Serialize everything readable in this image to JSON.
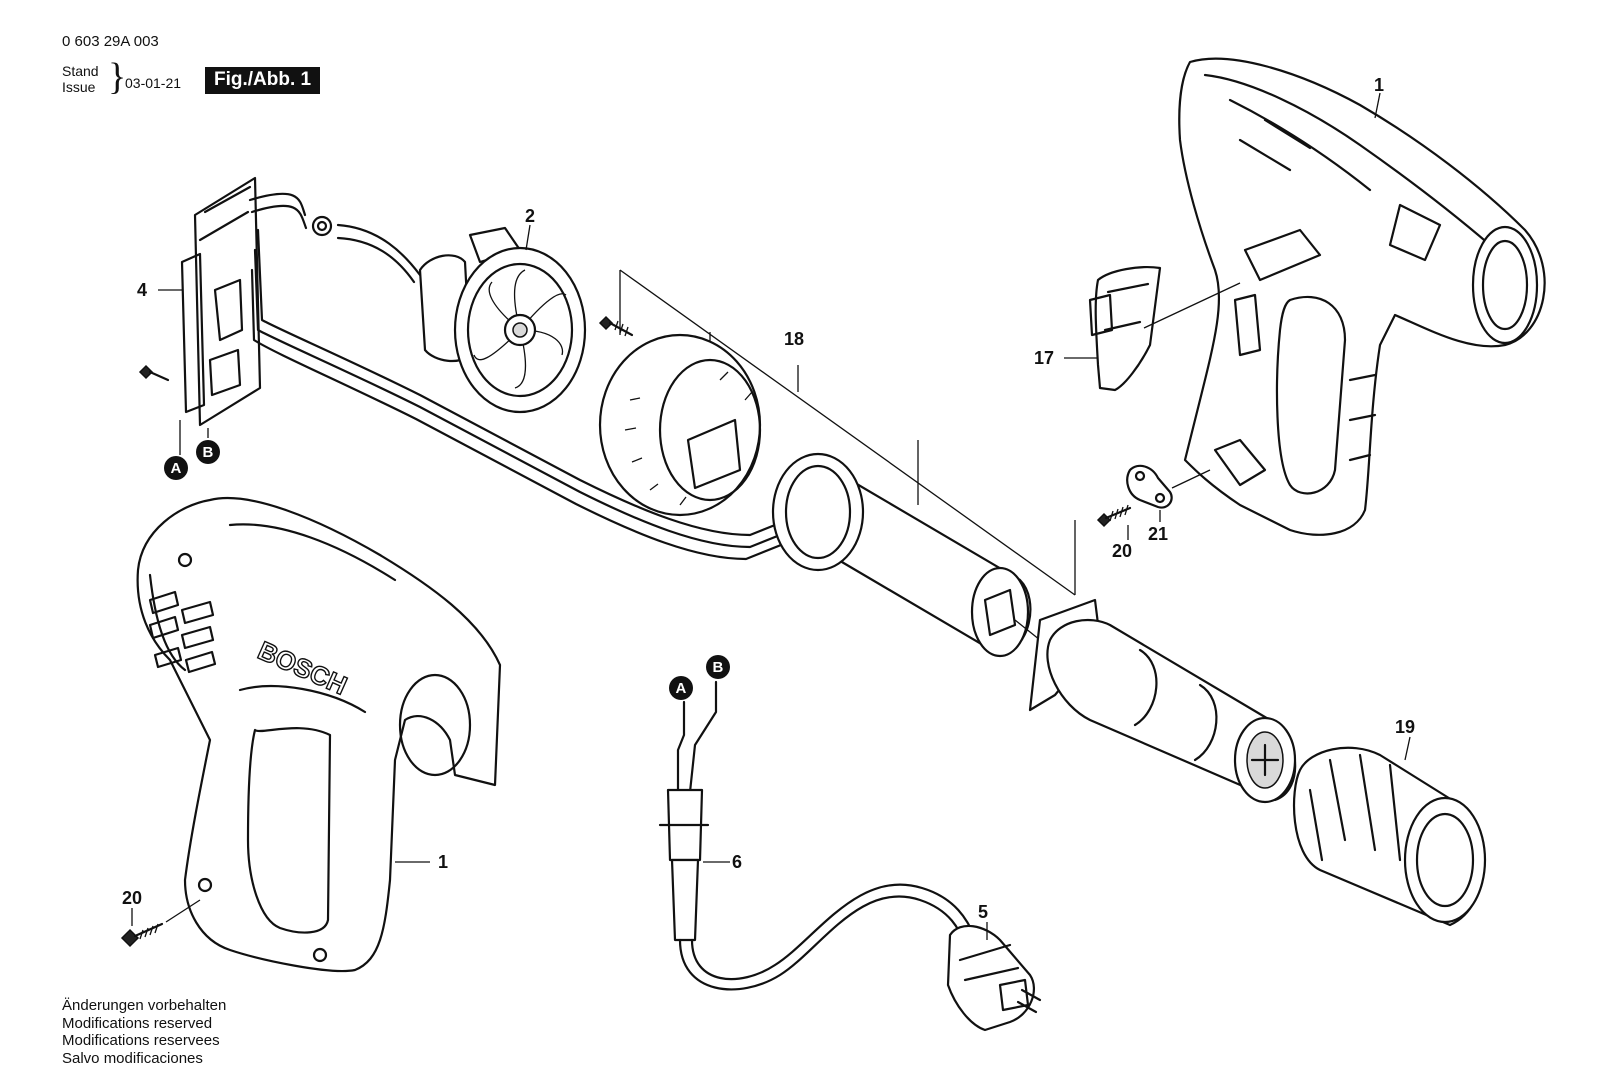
{
  "header": {
    "doc_number": "0 603 29A 003",
    "stand_label": "Stand",
    "issue_label": "Issue",
    "issue_date": "03-01-21",
    "figure_label": "Fig./Abb. 1"
  },
  "footer": {
    "notes": [
      "Änderungen vorbehalten",
      "Modifications reserved",
      "Modifications reservees",
      "Salvo modificaciones"
    ]
  },
  "diagram": {
    "brand_logo": "BOSCH",
    "callouts": {
      "housing_right": "1",
      "housing_left": "1",
      "fan": "2",
      "switch": "4",
      "plug": "5",
      "cable": "6",
      "switch_cover": "17",
      "heating_assembly": "18",
      "nozzle": "19",
      "screw_right": "20",
      "screw_left": "20",
      "clamp": "21"
    },
    "connection_markers": {
      "switch_a": "A",
      "switch_b": "B",
      "cable_a": "A",
      "cable_b": "B"
    }
  }
}
